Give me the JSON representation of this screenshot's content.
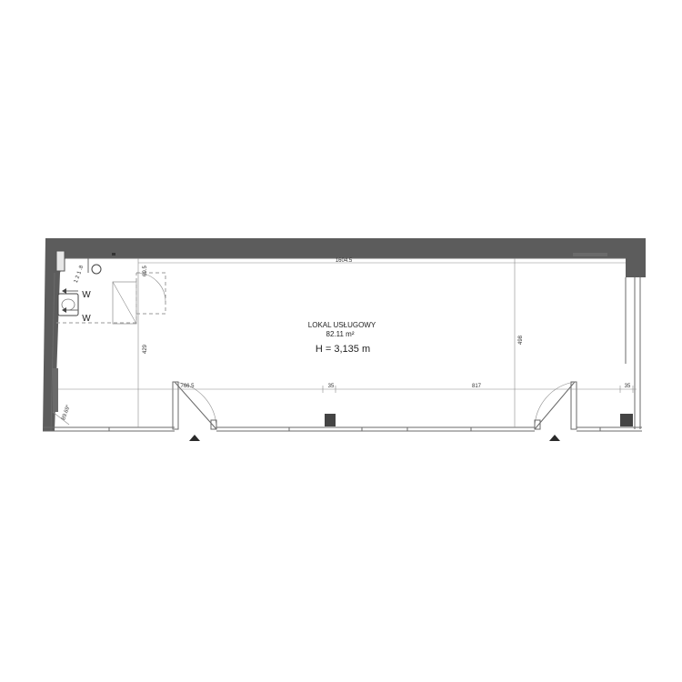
{
  "plan": {
    "room_name": "LOKAL USŁUGOWY",
    "area": "82.11 m²",
    "height": "H = 3,135 m"
  },
  "dimensions": {
    "top_length": "1604.5",
    "right_height": "498",
    "left_height": "429",
    "toilet_depth": "69.5",
    "door_width_left": "766.5",
    "mid_small_1": "35",
    "mid_span": "817",
    "right_small": "35",
    "pipe_label": "89.69°",
    "wc_dims": "1 2 1 .8",
    "wc_marker_1": "W",
    "wc_marker_2": "W"
  }
}
